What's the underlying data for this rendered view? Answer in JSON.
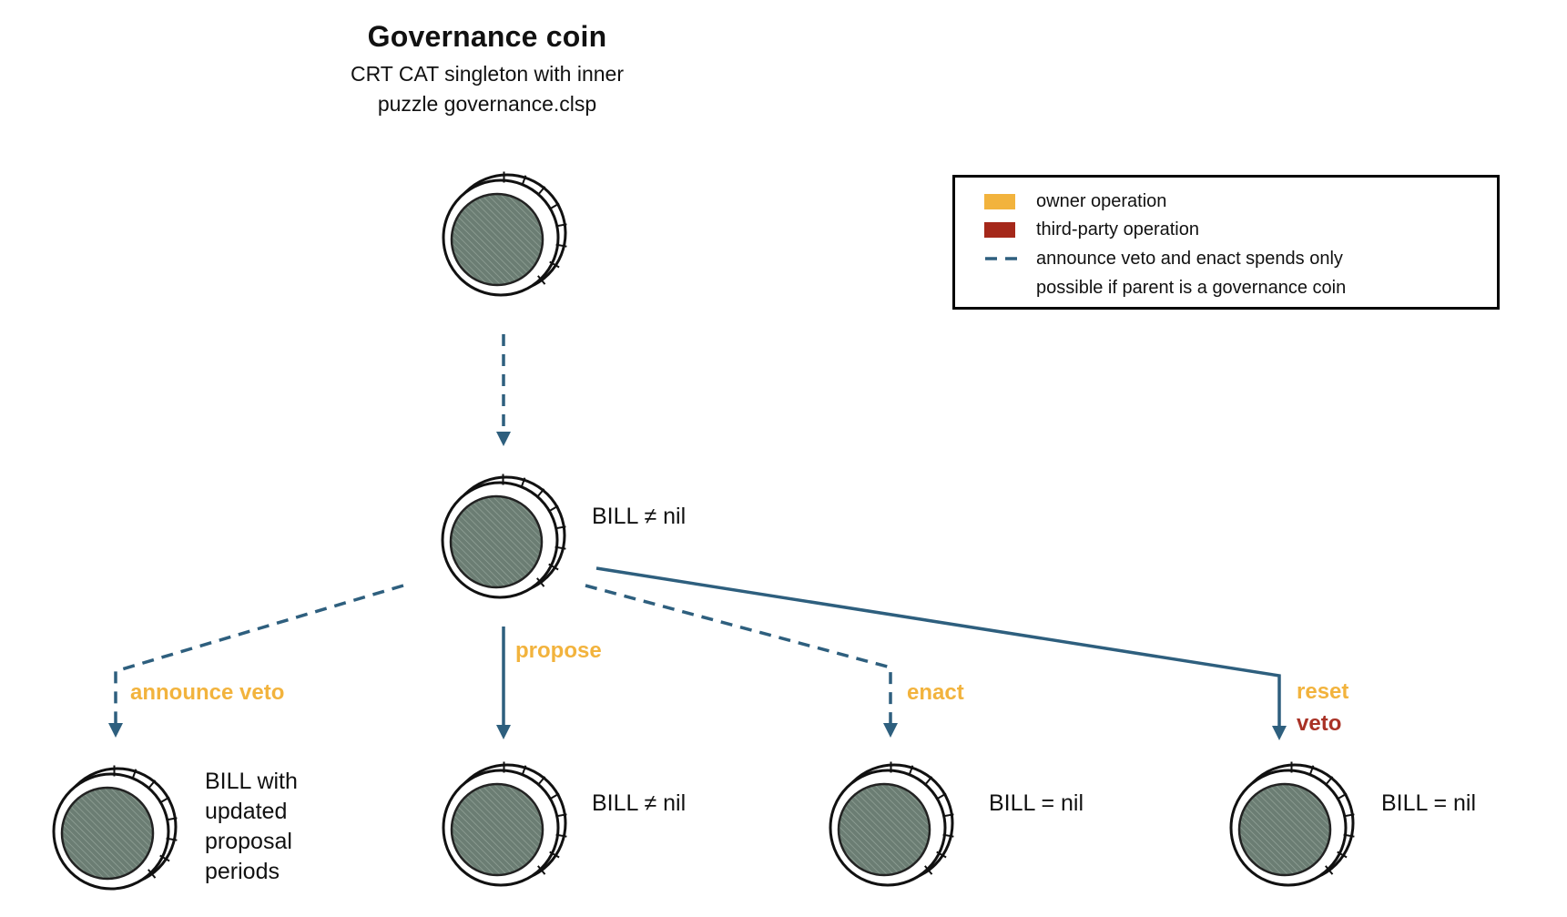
{
  "title": {
    "heading": "Governance coin",
    "subtitle_line1": "CRT CAT singleton with inner",
    "subtitle_line2": "puzzle governance.clsp"
  },
  "legend": {
    "owner_label": "owner operation",
    "third_party_label": "third-party operation",
    "conditional_label_line1": "announce veto and enact spends only",
    "conditional_label_line2": "possible if parent is a governance coin"
  },
  "edge_labels": {
    "announce_veto": "announce veto",
    "propose": "propose",
    "enact": "enact",
    "reset": "reset",
    "veto": "veto"
  },
  "node_labels": {
    "bill_not_nil_mid": "BILL ≠ nil",
    "bill_updated_line1": "BILL with",
    "bill_updated_line2": "updated",
    "bill_updated_line3": "proposal",
    "bill_updated_line4": "periods",
    "bill_not_nil_bottom": "BILL ≠ nil",
    "bill_nil_enact": "BILL = nil",
    "bill_nil_reset": "BILL = nil"
  },
  "colors": {
    "arrow_blue": "#2e5f7e",
    "owner_orange": "#f2b33d",
    "third_party_red": "#a5281a",
    "veto_text_red": "#a93226",
    "coin_fill_green": "#6b7d73",
    "coin_hatch_light": "#95a69b",
    "outline_black": "#111111"
  }
}
